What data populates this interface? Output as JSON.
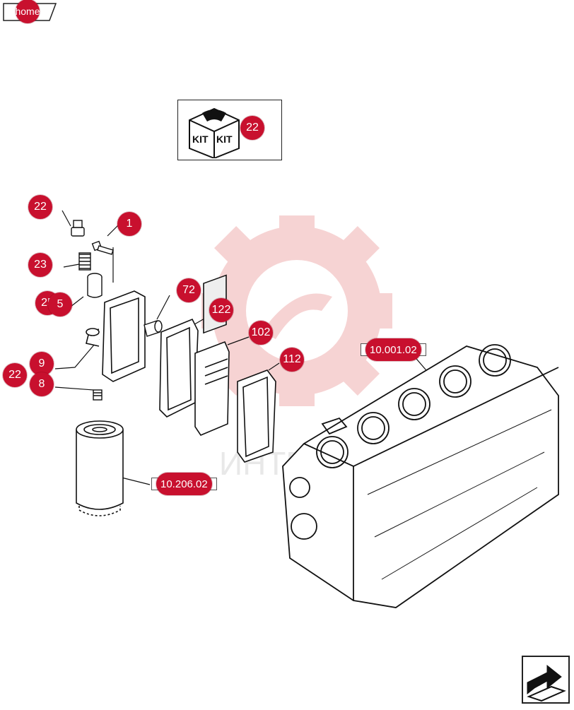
{
  "nav": {
    "home_label": "home"
  },
  "kit": {
    "label_left": "KIT",
    "label_right": "KIT",
    "callout": "22"
  },
  "refs": {
    "engine_block": "10.001.02",
    "oil_filter": "10.206.02"
  },
  "callouts": {
    "plug": "22",
    "bolt": "1",
    "spring": "23",
    "valve": "25",
    "valve_small": "5",
    "seal_ring": "72",
    "gasket_outer": "122",
    "cooler_core": "102",
    "gasket_inner": "112",
    "housing": "9",
    "housing_left": "22",
    "plug_lower": "8"
  },
  "colors": {
    "callout_red": "#c8102e",
    "line": "#111111",
    "watermark": "#f4c4c4"
  },
  "watermark": {
    "text": "ИНТЕХ"
  },
  "icons": {
    "nav": "next-page-arrow-icon",
    "kit": "kit-box-icon"
  }
}
